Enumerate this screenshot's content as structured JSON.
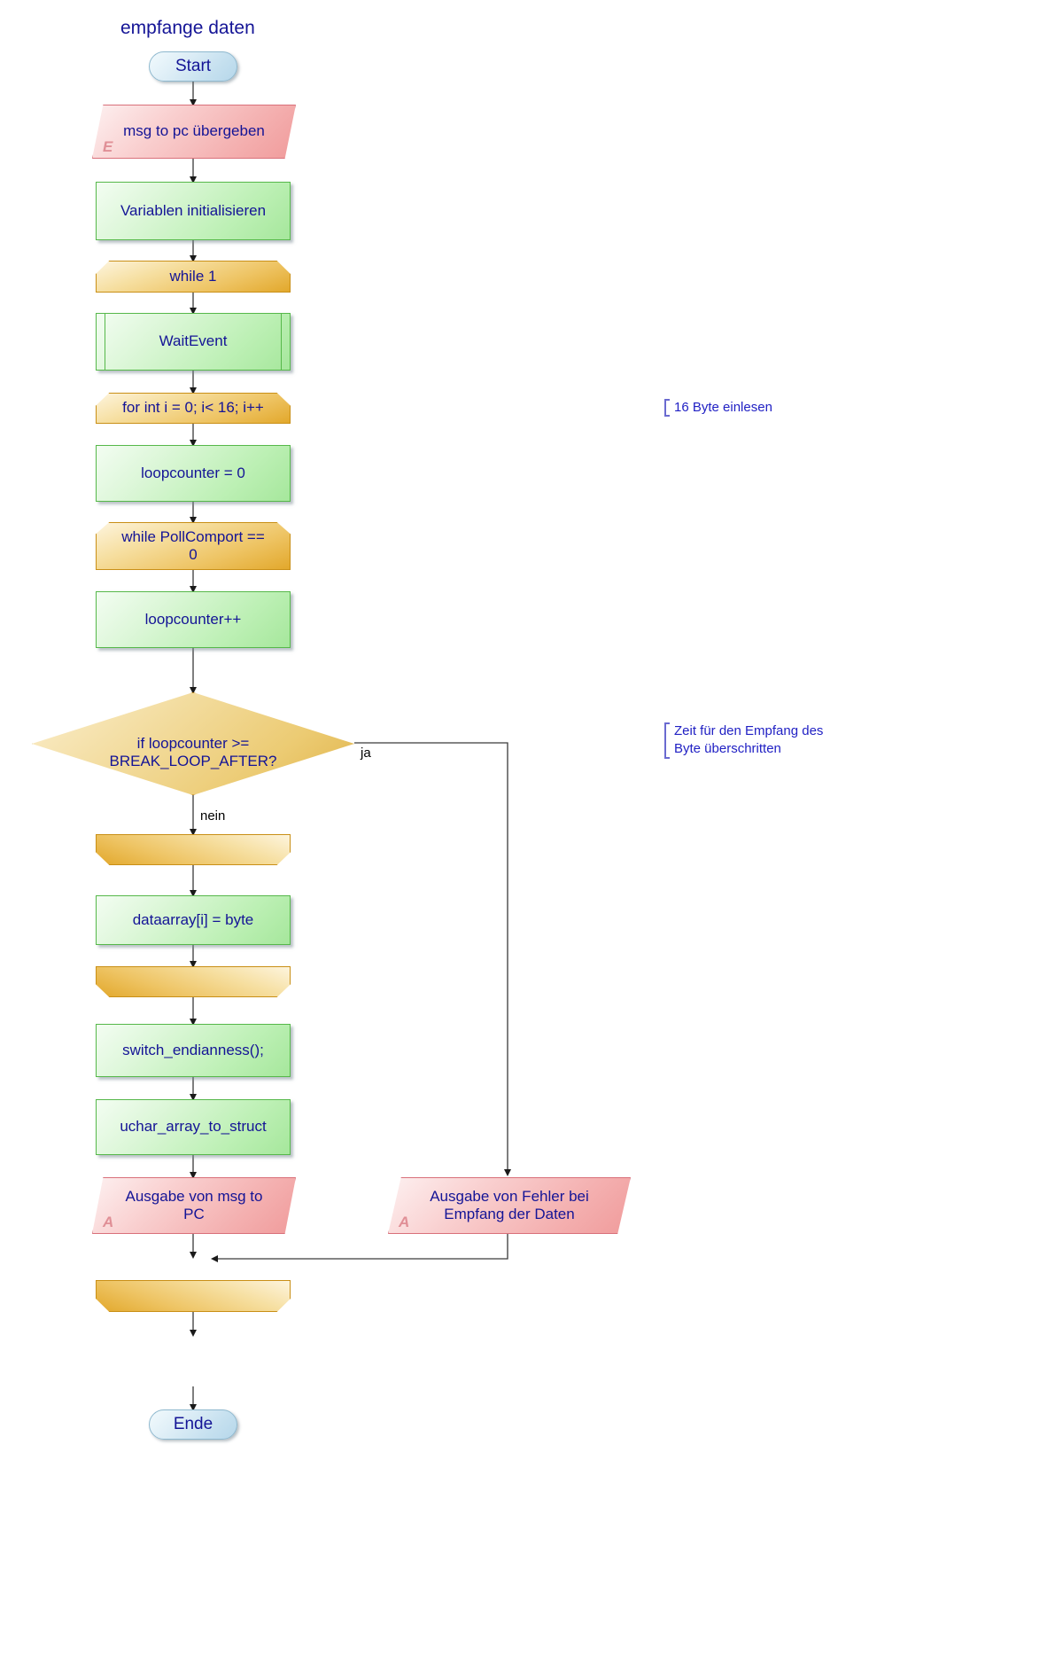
{
  "diagram": {
    "title": "empfange daten",
    "accent_orange": "#e2a82c",
    "accent_green": "#a6e79c",
    "accent_red": "#f09b9b",
    "accent_blue": "#b6d7ea",
    "text_color": "#141496"
  },
  "nodes": {
    "start": {
      "label": "Start",
      "type": "terminator"
    },
    "input_msg": {
      "label": "msg to pc übergeben",
      "type": "input",
      "marker": "E"
    },
    "init_vars": {
      "label": "Variablen initialisieren",
      "type": "process"
    },
    "while_1": {
      "label": "while 1",
      "type": "loop-start"
    },
    "wait_event": {
      "label": "WaitEvent",
      "type": "subroutine"
    },
    "for_loop": {
      "label": "for int i = 0; i< 16; i++",
      "type": "loop-start"
    },
    "loopcounter_zero": {
      "label": "loopcounter = 0",
      "type": "process"
    },
    "while_pollcomport": {
      "label": "while PollComport ==\n0",
      "type": "loop-start"
    },
    "loopcounter_inc": {
      "label": "loopcounter++",
      "type": "process"
    },
    "decision_break": {
      "label": "if loopcounter >=\nBREAK_LOOP_AFTER?",
      "type": "decision"
    },
    "loopend_poll": {
      "label": "",
      "type": "loop-end"
    },
    "dataarray_assign": {
      "label": "dataarray[i] = byte",
      "type": "process"
    },
    "loopend_for": {
      "label": "",
      "type": "loop-end"
    },
    "switch_endianness": {
      "label": "switch_endianness();",
      "type": "process"
    },
    "uchar_array_to_struct": {
      "label": "uchar_array_to_struct",
      "type": "process"
    },
    "output_msg": {
      "label": "Ausgabe von msg to\nPC",
      "type": "output",
      "marker": "A"
    },
    "output_error": {
      "label": "Ausgabe von Fehler bei\nEmpfang der Daten",
      "type": "output",
      "marker": "A"
    },
    "loopend_while1": {
      "label": "",
      "type": "loop-end"
    },
    "end": {
      "label": "Ende",
      "type": "terminator"
    }
  },
  "edge_labels": {
    "decision_yes": "ja",
    "decision_no": "nein"
  },
  "notes": {
    "read_16_bytes": "16 Byte einlesen",
    "timeout": "Zeit für den Empfang des\nByte überschritten"
  }
}
